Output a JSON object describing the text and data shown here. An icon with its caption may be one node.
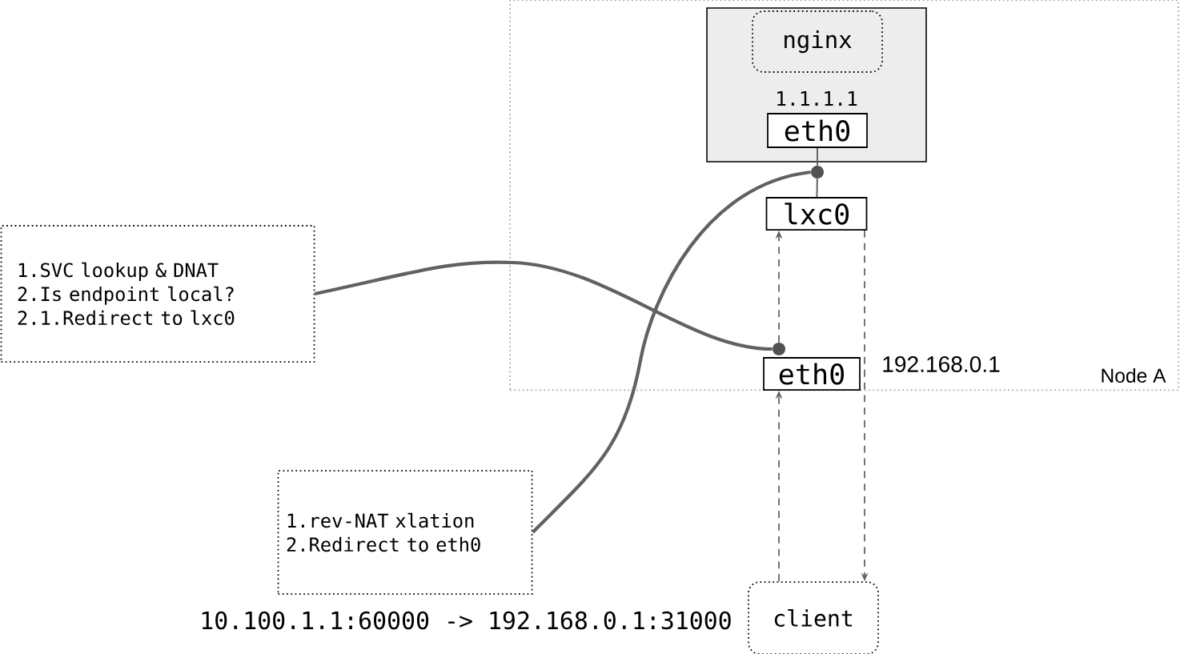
{
  "diagram": {
    "nodes": [
      {
        "text": [
          "Node A"
        ]
      },
      {
        "text": [
          "1.1.1.1"
        ],
        "in": 0
      },
      {
        "text": [
          "nginx"
        ],
        "in": 1
      },
      {
        "text": [
          "eth0"
        ],
        "in": 1
      },
      {
        "text": [
          "lxc0"
        ],
        "in": 0
      },
      {
        "text": [
          "eth0"
        ],
        "beside": [
          "192.168.0.1"
        ],
        "in": 0
      },
      {
        "text": [
          "client"
        ]
      },
      {
        "text": [
          "1.SVC lookup & DNAT 2.Is endpoint local? 2.1.Redirect to lxc0"
        ]
      },
      {
        "text": [
          "1.rev-NAT xlation 2.Redirect to eth0"
        ]
      },
      {
        "text": [],
        "shape": "circle",
        "in": 0
      },
      {
        "text": [],
        "shape": "circle",
        "in": 0
      }
    ],
    "edges": [
      {
        "from": 3,
        "to": 9,
        "arrow": "none"
      },
      {
        "from": 9,
        "to": 4,
        "arrow": "none"
      },
      {
        "from": 6,
        "to": 5,
        "arrow": "to",
        "style": "dashed"
      },
      {
        "from": 10,
        "to": 4,
        "arrow": "to",
        "style": "dashed"
      },
      {
        "from": 4,
        "to": 6,
        "arrow": "to",
        "style": "dashed"
      },
      {
        "from": 7,
        "to": 10,
        "arrow": "none",
        "style": "thick"
      },
      {
        "from": 8,
        "to": 9,
        "arrow": "none",
        "style": "thick"
      }
    ],
    "labels": [
      "10.100.1.1:60000 -> 192.168.0.1:31000"
    ]
  }
}
